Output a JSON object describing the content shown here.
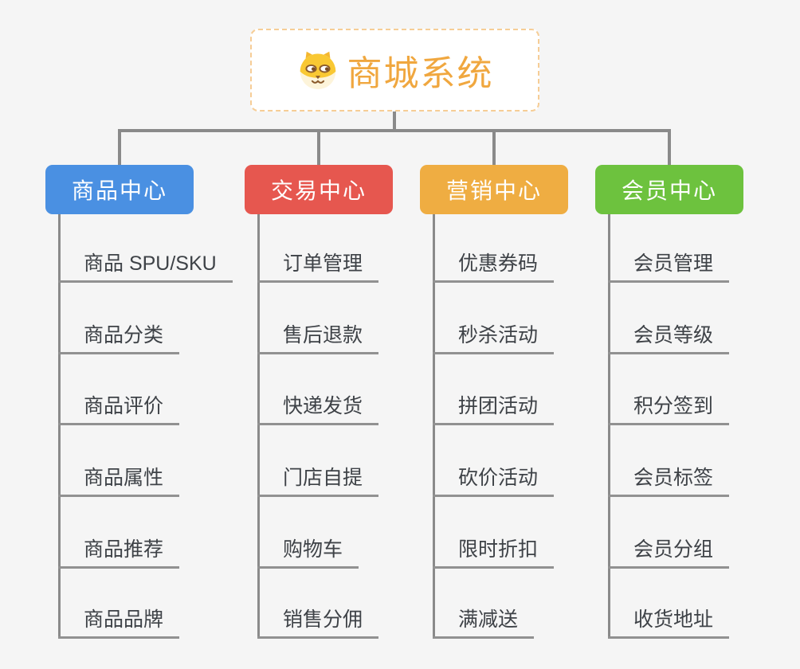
{
  "canvas": {
    "background": "#f5f5f5",
    "connector_color": "#8a8a8a"
  },
  "root": {
    "title": "商城系统",
    "icon": "shiba-dog-icon",
    "text_color": "#f0a73f",
    "border_color": "#f6cd96"
  },
  "branches": [
    {
      "id": "product-center",
      "label": "商品中心",
      "color": "#4a90e2",
      "children": [
        "商品 SPU/SKU",
        "商品分类",
        "商品评价",
        "商品属性",
        "商品推荐",
        "商品品牌"
      ]
    },
    {
      "id": "trade-center",
      "label": "交易中心",
      "color": "#e6574f",
      "children": [
        "订单管理",
        "售后退款",
        "快递发货",
        "门店自提",
        "购物车",
        "销售分佣"
      ]
    },
    {
      "id": "marketing-center",
      "label": "营销中心",
      "color": "#efad42",
      "children": [
        "优惠券码",
        "秒杀活动",
        "拼团活动",
        "砍价活动",
        "限时折扣",
        "满减送"
      ]
    },
    {
      "id": "member-center",
      "label": "会员中心",
      "color": "#6dc23e",
      "children": [
        "会员管理",
        "会员等级",
        "积分签到",
        "会员标签",
        "会员分组",
        "收货地址"
      ]
    }
  ]
}
